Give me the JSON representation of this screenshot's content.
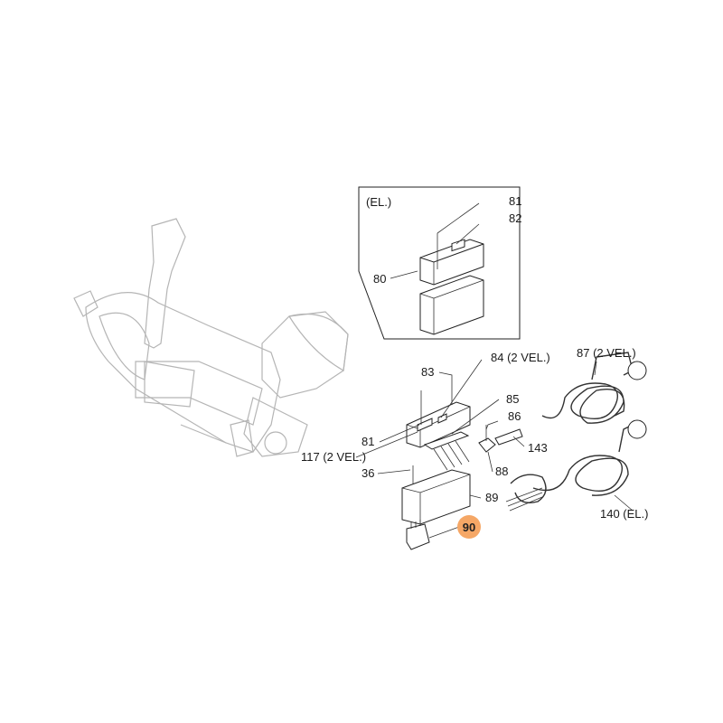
{
  "diagram": {
    "inset_label": "(EL.)",
    "labels": {
      "p81_inset": "81",
      "p82": "82",
      "p80": "80",
      "p83": "83",
      "p84": "84 (2 VEL.)",
      "p87": "87 (2 VEL.)",
      "p85": "85",
      "p86": "86",
      "p143": "143",
      "p81": "81",
      "p117": "117 (2 VEL.)",
      "p36": "36",
      "p88": "88",
      "p89": "89",
      "p140": "140 (EL.)"
    },
    "highlighted": {
      "label": "90",
      "color": "#f5a766"
    }
  }
}
